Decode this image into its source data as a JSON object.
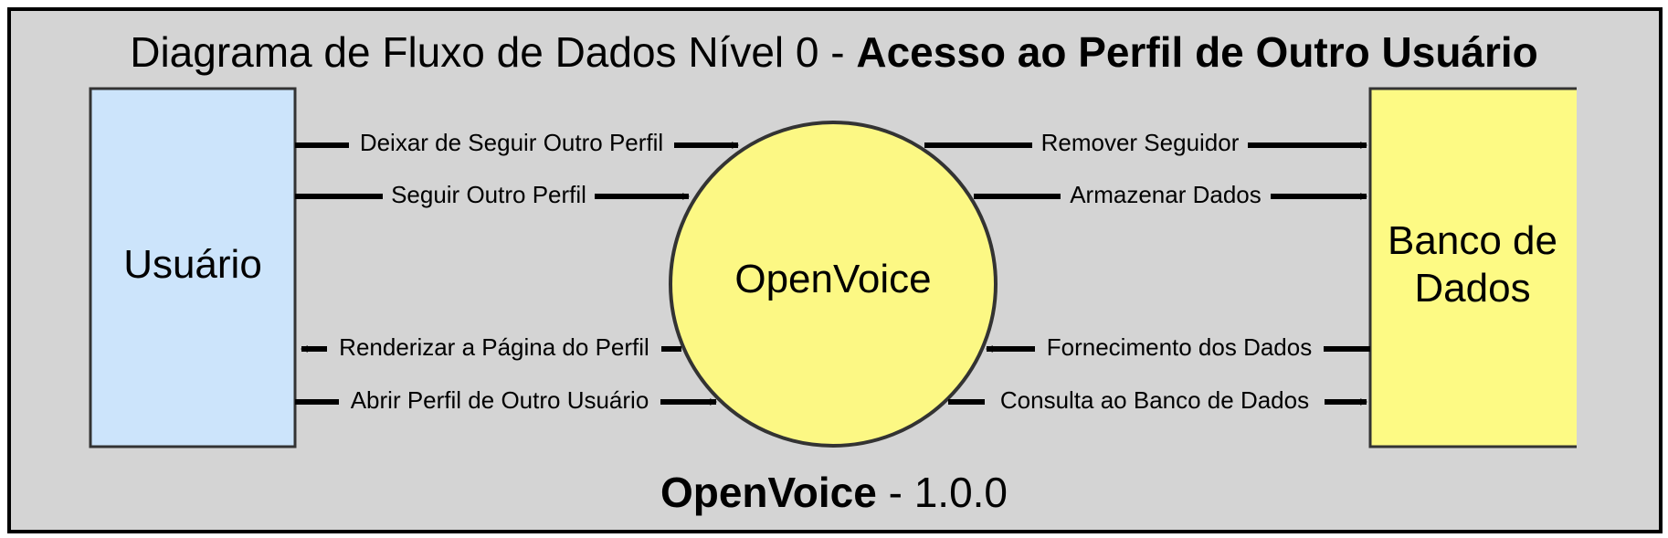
{
  "title": {
    "prefix": "Diagrama de Fluxo de Dados Nível 0 - ",
    "emphasis": "Acesso ao Perfil de Outro Usuário"
  },
  "footer": {
    "app_name": "OpenVoice",
    "version_text": " - 1.0.0"
  },
  "nodes": {
    "user": {
      "label": "Usuário"
    },
    "process": {
      "label": "OpenVoice"
    },
    "database": {
      "label_line1": "Banco de",
      "label_line2": "Dados"
    }
  },
  "flows": {
    "unfollow": "Deixar de Seguir Outro Perfil",
    "follow": "Seguir Outro Perfil",
    "render_profile": "Renderizar a Página do Perfil",
    "open_profile": "Abrir Perfil de Outro Usuário",
    "remove_follower": "Remover Seguidor",
    "store_data": "Armazenar Dados",
    "supply_data": "Fornecimento dos Dados",
    "query_db": "Consulta ao Banco de Dados"
  },
  "colors": {
    "background": "#d4d4d4",
    "user_fill": "#cce4fb",
    "process_fill": "#fcf884",
    "database_fill": "#fdfa84",
    "stroke": "#333333",
    "arrow": "#000000"
  }
}
